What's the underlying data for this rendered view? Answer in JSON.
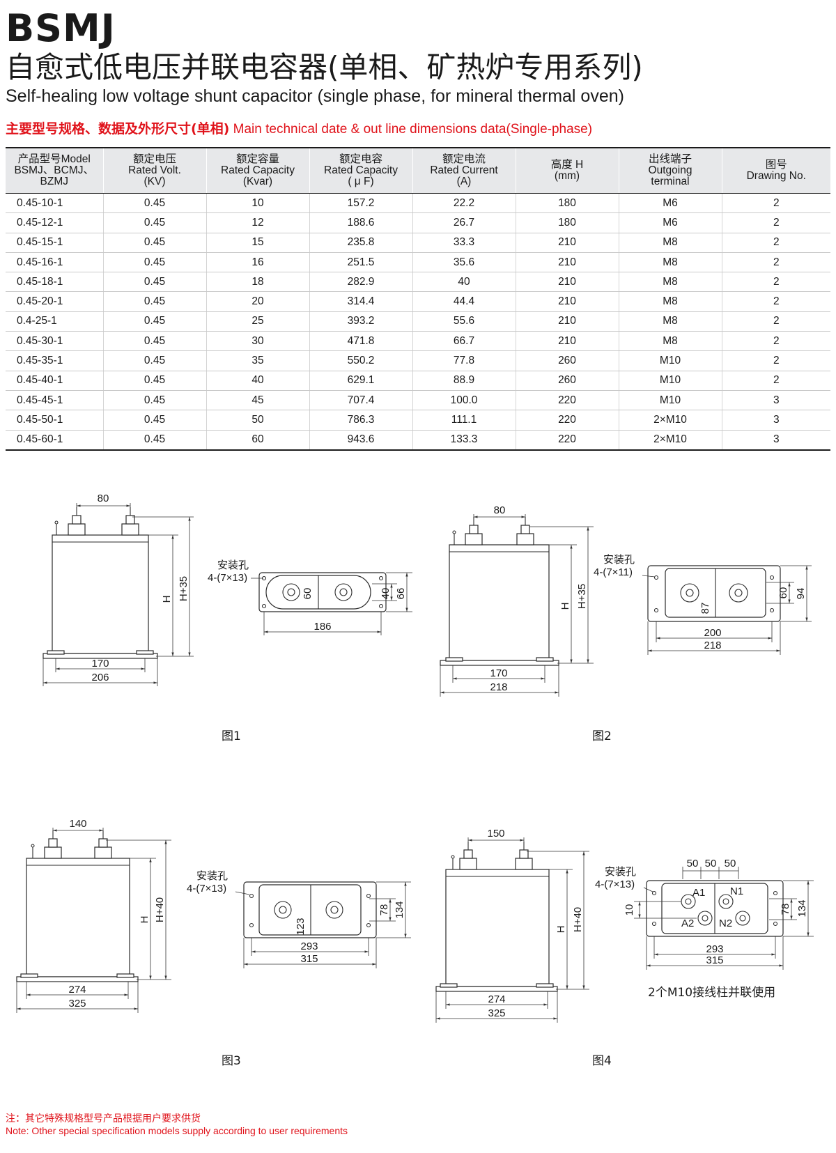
{
  "header": {
    "brand": "BSMJ",
    "title_cn": "自愈式低电压并联电容器(单相、矿热炉专用系列)",
    "title_en": "Self-healing low voltage shunt capacitor (single phase, for mineral thermal oven)",
    "subtitle_cn": "主要型号规格、数据及外形尺寸(单相)",
    "subtitle_en": " Main technical date & out line dimensions data(Single-phase)"
  },
  "table": {
    "headers": [
      [
        "产品型号Model",
        "BSMJ、BCMJ、",
        "BZMJ"
      ],
      [
        "额定电压",
        "Rated Volt.",
        "(KV)"
      ],
      [
        "额定容量",
        "Rated Capacity",
        "(Kvar)"
      ],
      [
        "额定电容",
        "Rated Capacity",
        "( μ F)"
      ],
      [
        "额定电流",
        "Rated Current",
        "(A)"
      ],
      [
        "高度 H",
        "(mm)"
      ],
      [
        "出线端子",
        "Outgoing",
        "terminal"
      ],
      [
        "图号",
        "Drawing No."
      ]
    ],
    "rows": [
      [
        "0.45-10-1",
        "0.45",
        "10",
        "157.2",
        "22.2",
        "180",
        "M6",
        "2"
      ],
      [
        "0.45-12-1",
        "0.45",
        "12",
        "188.6",
        "26.7",
        "180",
        "M6",
        "2"
      ],
      [
        "0.45-15-1",
        "0.45",
        "15",
        "235.8",
        "33.3",
        "210",
        "M8",
        "2"
      ],
      [
        "0.45-16-1",
        "0.45",
        "16",
        "251.5",
        "35.6",
        "210",
        "M8",
        "2"
      ],
      [
        "0.45-18-1",
        "0.45",
        "18",
        "282.9",
        "40",
        "210",
        "M8",
        "2"
      ],
      [
        "0.45-20-1",
        "0.45",
        "20",
        "314.4",
        "44.4",
        "210",
        "M8",
        "2"
      ],
      [
        "0.4-25-1",
        "0.45",
        "25",
        "393.2",
        "55.6",
        "210",
        "M8",
        "2"
      ],
      [
        "0.45-30-1",
        "0.45",
        "30",
        "471.8",
        "66.7",
        "210",
        "M8",
        "2"
      ],
      [
        "0.45-35-1",
        "0.45",
        "35",
        "550.2",
        "77.8",
        "260",
        "M10",
        "2"
      ],
      [
        "0.45-40-1",
        "0.45",
        "40",
        "629.1",
        "88.9",
        "260",
        "M10",
        "2"
      ],
      [
        "0.45-45-1",
        "0.45",
        "45",
        "707.4",
        "100.0",
        "220",
        "M10",
        "3"
      ],
      [
        "0.45-50-1",
        "0.45",
        "50",
        "786.3",
        "111.1",
        "220",
        "2×M10",
        "3"
      ],
      [
        "0.45-60-1",
        "0.45",
        "60",
        "943.6",
        "133.3",
        "220",
        "2×M10",
        "3"
      ]
    ]
  },
  "drawings": {
    "fig1": {
      "caption": "图1",
      "top_spacing": "80",
      "base_width": "170",
      "overall_width": "206",
      "height": "H",
      "height_plus": "H+35",
      "mount_label": "安装孔",
      "mount_spec": "4-(7×13)",
      "plan_v1": "60",
      "plan_v2": "40",
      "plan_v3": "66",
      "plan_width": "186"
    },
    "fig2": {
      "caption": "图2",
      "top_spacing": "80",
      "base_width": "170",
      "overall_width": "218",
      "height": "H",
      "height_plus": "H+35",
      "mount_label": "安装孔",
      "mount_spec": "4-(7×11)",
      "plan_v1": "87",
      "plan_v2": "60",
      "plan_v3": "94",
      "plan_width1": "200",
      "plan_width2": "218"
    },
    "fig3": {
      "caption": "图3",
      "top_spacing": "140",
      "base_width": "274",
      "overall_width": "325",
      "height": "H",
      "height_plus": "H+40",
      "mount_label": "安装孔",
      "mount_spec": "4-(7×13)",
      "plan_v1": "123",
      "plan_v2": "78",
      "plan_v3": "134",
      "plan_width1": "293",
      "plan_width2": "315"
    },
    "fig4": {
      "caption": "图4",
      "top_spacing": "150",
      "base_width": "274",
      "overall_width": "325",
      "height": "H",
      "height_plus": "H+40",
      "mount_label": "安装孔",
      "mount_spec": "4-(7×13)",
      "spacing": "50",
      "offset": "10",
      "plan_v2": "78",
      "plan_v3": "134",
      "plan_width1": "293",
      "plan_width2": "315",
      "term_a1": "A1",
      "term_a2": "A2",
      "term_n1": "N1",
      "term_n2": "N2",
      "note": "2个M10接线柱并联使用"
    }
  },
  "footnote": {
    "cn": "注：其它特殊规格型号产品根据用户要求供货",
    "en": "Note: Other special specification models supply according to user requirements"
  }
}
